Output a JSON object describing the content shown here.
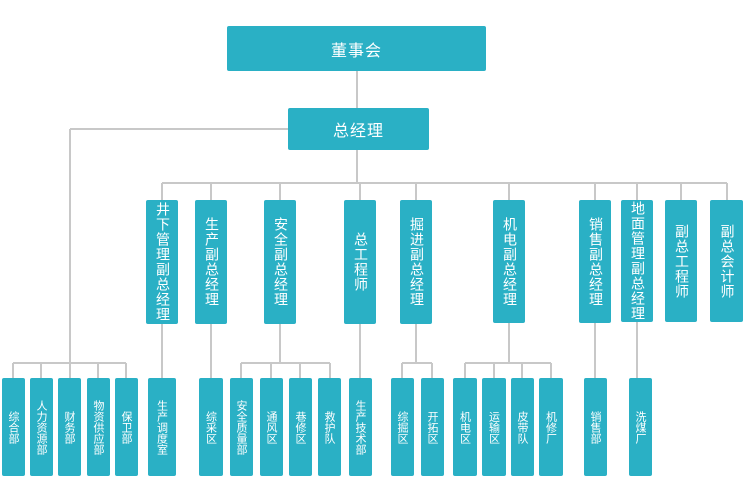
{
  "chart": {
    "top": "董事会",
    "gm": "总经理",
    "left_depts": [
      "综合部",
      "人力资源部",
      "财务部",
      "物资供应部",
      "保卫部"
    ],
    "deputies": [
      {
        "title": "井下管理副总经理",
        "units": [
          "生产调度室"
        ]
      },
      {
        "title": "生产副总经理",
        "units": [
          "综采区"
        ]
      },
      {
        "title": "安全副总经理",
        "units": [
          "安全质量部",
          "通风区",
          "巷修区",
          "救护队"
        ]
      },
      {
        "title": "总工程师",
        "units": [
          "生产技术部"
        ]
      },
      {
        "title": "掘进副总经理",
        "units": [
          "综掘区",
          "开拓区"
        ]
      },
      {
        "title": "机电副总经理",
        "units": [
          "机电区",
          "运输区",
          "皮带队",
          "机修厂"
        ]
      },
      {
        "title": "销售副总经理",
        "units": [
          "销售部"
        ]
      },
      {
        "title": "地面管理副总经理",
        "units": [
          "洗煤厂"
        ]
      },
      {
        "title": "副总工程师",
        "units": []
      },
      {
        "title": "副总会计师",
        "units": []
      }
    ]
  },
  "colors": {
    "box": "#2ab0c5",
    "line": "#c8c8c8"
  }
}
